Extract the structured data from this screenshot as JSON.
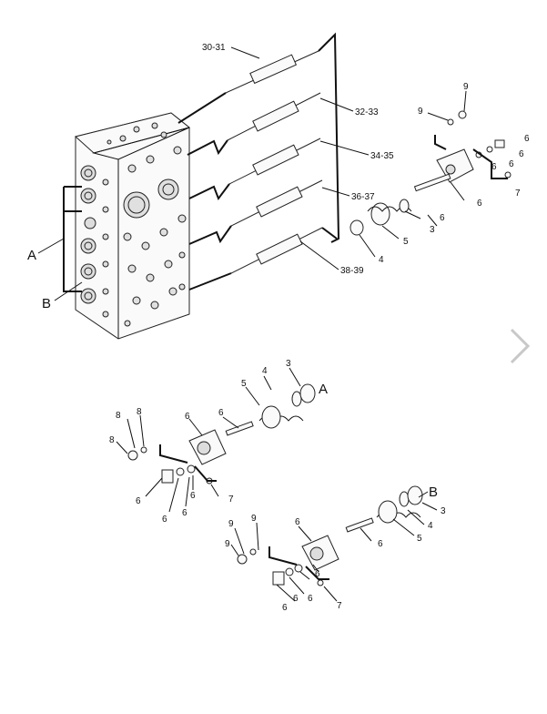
{
  "labels": {
    "spool_1": "30-31",
    "spool_2": "32-33",
    "spool_3": "34-35",
    "spool_4": "36-37",
    "spool_5": "38-39",
    "callout_a": "A",
    "callout_b": "B",
    "top_9a": "9",
    "top_9b": "9",
    "top_6a": "6",
    "top_6b": "6",
    "top_6c": "6",
    "top_6d": "6",
    "top_6e": "6",
    "top_7": "7",
    "top_3": "3",
    "top_4": "4",
    "top_5": "5",
    "mid_4": "4",
    "mid_3": "3",
    "mid_a": "A",
    "mid_5": "5",
    "mid_8a": "8",
    "mid_8b": "8",
    "mid_8c": "8",
    "mid_6a": "6",
    "mid_6b": "6",
    "mid_6c": "6",
    "mid_6d": "6",
    "mid_6e": "6",
    "mid_7": "7",
    "bot_b": "B",
    "bot_3": "3",
    "bot_4": "4",
    "bot_5": "5",
    "bot_9a": "9",
    "bot_9b": "9",
    "bot_9c": "9",
    "bot_6a": "6",
    "bot_6b": "6",
    "bot_6c": "6",
    "bot_6d": "6",
    "bot_6e": "6",
    "bot_7": "7"
  },
  "nav": {
    "next_icon": "chevron-right-icon"
  }
}
